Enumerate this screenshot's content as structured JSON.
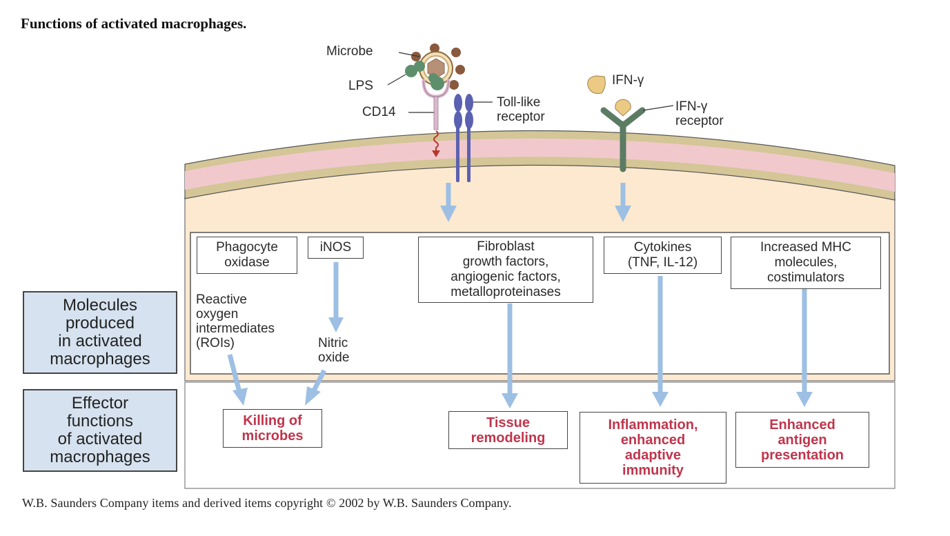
{
  "title": "Functions of activated macrophages.",
  "footer": "W.B. Saunders Company items and derived items copyright © 2002 by W.B. Saunders Company.",
  "colors": {
    "membrane_outer": "#d4c697",
    "membrane_inner": "#f1c9cc",
    "cytoplasm": "#fce9d0",
    "arrow": "#9dbfe3",
    "effector_text": "#c0354c",
    "side_label_bg": "#d6e2ef",
    "tlr": "#5b61b0",
    "cd14": "#dcb8cf",
    "lps": "#5e8f6c",
    "ifn_receptor": "#5c7b63",
    "ifn_gamma": "#ecca84",
    "microbe": "#8a5a3e"
  },
  "surface": {
    "microbe": "Microbe",
    "lps": "LPS",
    "cd14": "CD14",
    "tlr": "Toll-like\nreceptor",
    "ifn_gamma": "IFN-γ",
    "ifn_receptor": "IFN-γ\nreceptor"
  },
  "side_labels": {
    "molecules": "Molecules\nproduced\nin activated\nmacrophages",
    "effector": "Effector\nfunctions\nof activated\nmacrophages"
  },
  "molecules": {
    "phagocyte_oxidase": "Phagocyte\noxidase",
    "inos": "iNOS",
    "rois": "Reactive\noxygen\nintermediates\n(ROIs)",
    "nitric_oxide": "Nitric\noxide",
    "fibroblast": "Fibroblast\ngrowth factors,\nangiogenic factors,\nmetalloproteinases",
    "cytokines": "Cytokines\n(TNF, IL-12)",
    "mhc": "Increased MHC\nmolecules,\ncostimulators"
  },
  "effectors": {
    "killing": "Killing of\nmicrobes",
    "tissue": "Tissue\nremodeling",
    "inflammation": "Inflammation,\nenhanced\nadaptive\nimmunity",
    "antigen": "Enhanced\nantigen\npresentation"
  }
}
